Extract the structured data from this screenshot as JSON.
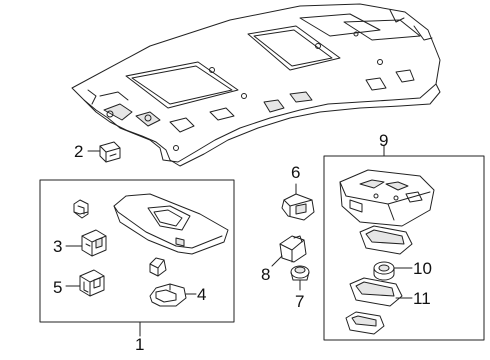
{
  "colors": {
    "line": "#222222",
    "text": "#111111",
    "shade": "#e6e6e6",
    "background": "#ffffff"
  },
  "callouts": [
    "1",
    "2",
    "3",
    "4",
    "5",
    "6",
    "7",
    "8",
    "9",
    "10",
    "11"
  ]
}
